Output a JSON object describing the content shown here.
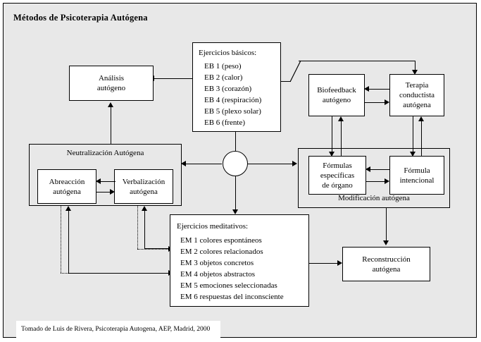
{
  "document": {
    "title": "Métodos de Psicoterapia Autógena",
    "footer_note": "Tomado de Luis de Rivera, Psicoterapia Autogena, AEP, Madrid, 2000"
  },
  "nodes": {
    "analisis": {
      "line1": "Análisis",
      "line2": "autógeno"
    },
    "ejercicios_basicos": {
      "header": "Ejercicios básicos:",
      "items": [
        "EB 1 (peso)",
        "EB 2 (calor)",
        "EB 3 (corazón)",
        "EB 4 (respiración)",
        "EB 5 (plexo solar)",
        "EB 6 (frente)"
      ]
    },
    "ejercicios_meditativos": {
      "header": "Ejercicios meditativos:",
      "items": [
        "EM 1 colores espontáneos",
        "EM 2 colores relacionados",
        "EM 3 objetos concretos",
        "EM 4 objetos abstractos",
        "EM 5 emociones seleccionadas",
        "EM 6 respuestas del inconsciente"
      ]
    },
    "biofeedback": {
      "line1": "Biofeedback",
      "line2": "autógeno"
    },
    "terapia_conductista": {
      "line1": "Terapia",
      "line2": "conductista",
      "line3": "autógena"
    },
    "formulas_especificas": {
      "line1": "Fórmulas",
      "line2": "específicas",
      "line3": "de órgano"
    },
    "formula_intencional": {
      "line1": "Fórmula",
      "line2": "intencional"
    },
    "abreaccion": {
      "line1": "Abreacción",
      "line2": "autógena"
    },
    "verbalizacion": {
      "line1": "Verbalización",
      "line2": "autógena"
    },
    "reconstruccion": {
      "line1": "Reconstrucción",
      "line2": "autógena"
    }
  },
  "groups": {
    "neutralizacion": {
      "label": "Neutralización Autógena"
    },
    "modificacion": {
      "label": "Modificación autógena"
    }
  },
  "colors": {
    "canvas": "#e8e8e8",
    "node_fill": "#ffffff",
    "stroke": "#000000",
    "page": "#ffffff"
  }
}
